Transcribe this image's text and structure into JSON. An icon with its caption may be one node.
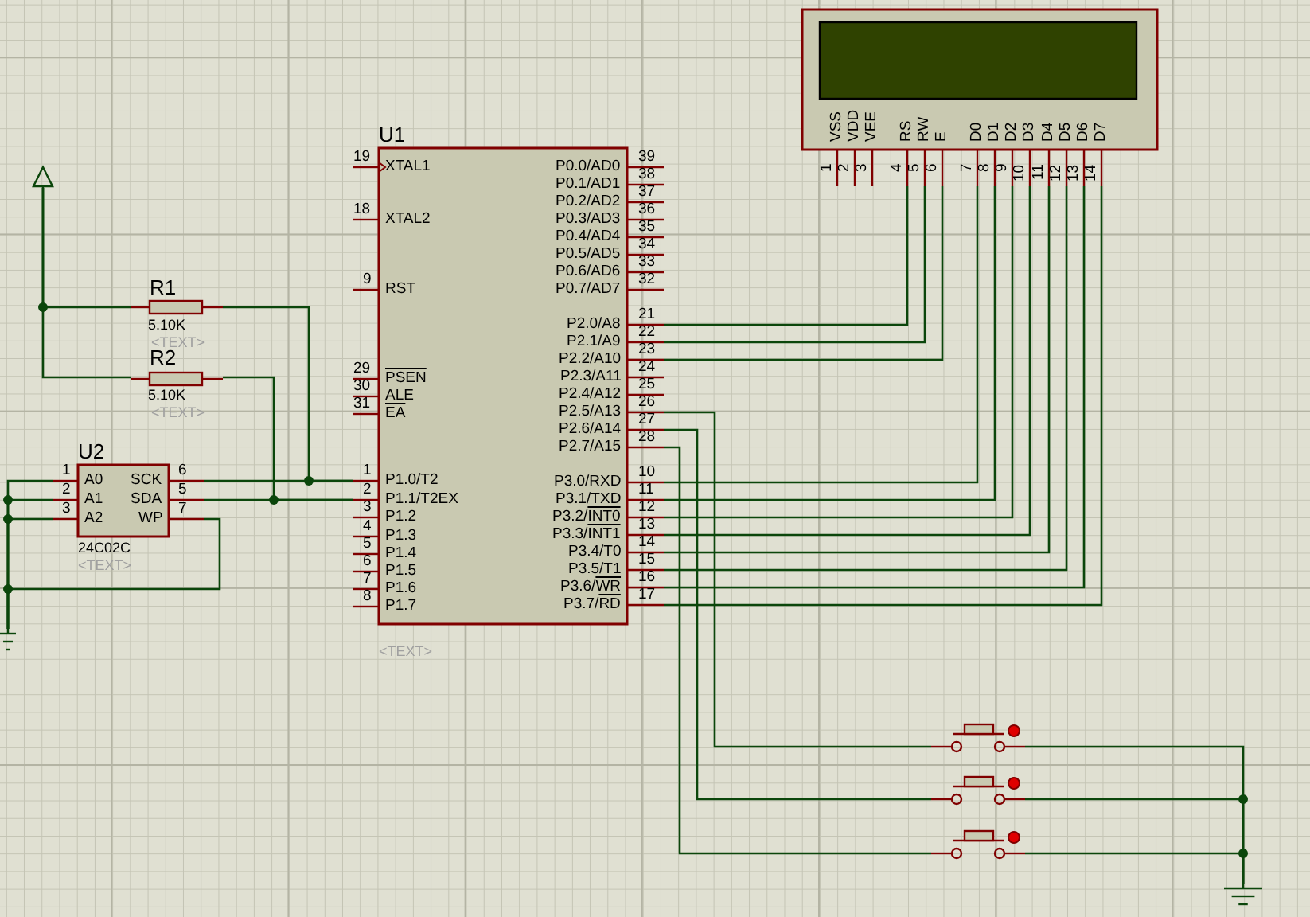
{
  "diagram": {
    "nodes": [
      {
        "text": [],
        "shape": "box"
      },
      {
        "text": [],
        "shape": "triangle"
      },
      {
        "text": [
          "R1"
        ],
        "beside": [
          "5.10K",
          "<TEXT>"
        ]
      },
      {
        "text": [
          "R2"
        ],
        "beside": [
          "5.10K",
          "<TEXT>"
        ]
      },
      {
        "text": [
          "U1"
        ],
        "beside": [
          "<TEXT>"
        ]
      },
      {
        "text": [
          "U2"
        ],
        "beside": [
          "24C02C",
          "<TEXT>"
        ]
      },
      {
        "text": [],
        "shape": "ground"
      },
      {
        "text": [],
        "shape": "switch"
      },
      {
        "text": [],
        "shape": "switch"
      },
      {
        "text": [],
        "shape": "switch"
      },
      {
        "text": [],
        "shape": "ground"
      }
    ],
    "edges": [
      {
        "from": 1,
        "to": 2,
        "arrow": "none"
      },
      {
        "from": 1,
        "to": 3,
        "arrow": "none"
      },
      {
        "from": 2,
        "to": 4,
        "arrow": "none"
      },
      {
        "from": 3,
        "to": 4,
        "arrow": "none"
      },
      {
        "from": 5,
        "to": 4,
        "arrow": "none"
      },
      {
        "from": 5,
        "to": 4,
        "arrow": "none"
      },
      {
        "from": 5,
        "to": 6,
        "arrow": "none"
      },
      {
        "from": 5,
        "to": 6,
        "arrow": "none"
      },
      {
        "from": 5,
        "to": 6,
        "arrow": "none"
      },
      {
        "from": 5,
        "to": 6,
        "arrow": "none"
      },
      {
        "from": 4,
        "to": 0,
        "arrow": "none"
      },
      {
        "from": 4,
        "to": 0,
        "arrow": "none"
      },
      {
        "from": 4,
        "to": 0,
        "arrow": "none"
      },
      {
        "from": 4,
        "to": 0,
        "arrow": "none"
      },
      {
        "from": 4,
        "to": 0,
        "arrow": "none"
      },
      {
        "from": 4,
        "to": 0,
        "arrow": "none"
      },
      {
        "from": 4,
        "to": 0,
        "arrow": "none"
      },
      {
        "from": 4,
        "to": 0,
        "arrow": "none"
      },
      {
        "from": 4,
        "to": 0,
        "arrow": "none"
      },
      {
        "from": 4,
        "to": 0,
        "arrow": "none"
      },
      {
        "from": 4,
        "to": 0,
        "arrow": "none"
      },
      {
        "from": 4,
        "to": 7,
        "arrow": "none"
      },
      {
        "from": 4,
        "to": 8,
        "arrow": "none"
      },
      {
        "from": 4,
        "to": 9,
        "arrow": "none"
      },
      {
        "from": 7,
        "to": 10,
        "arrow": "none"
      },
      {
        "from": 8,
        "to": 10,
        "arrow": "none"
      },
      {
        "from": 9,
        "to": 10,
        "arrow": "none"
      }
    ],
    "labels": [
      "VSS",
      "VDD",
      "VEE",
      "RS",
      "RW",
      "E",
      "D0",
      "D1",
      "D2",
      "D3",
      "D4",
      "D5",
      "D6",
      "D7",
      "1",
      "2",
      "3",
      "4",
      "5",
      "6",
      "7",
      "8",
      "9",
      "10",
      "11",
      "12",
      "13",
      "14",
      "XTAL1",
      "XTAL2",
      "RST",
      "PSEN",
      "ALE",
      "EA",
      "P1.0/T2",
      "P1.1/T2EX",
      "P1.2",
      "P1.3",
      "P1.4",
      "P1.5",
      "P1.6",
      "P1.7",
      "19",
      "18",
      "9",
      "29",
      "30",
      "31",
      "1",
      "2",
      "3",
      "4",
      "5",
      "6",
      "7",
      "8",
      "P0.0/AD0",
      "P0.1/AD1",
      "P0.2/AD2",
      "P0.3/AD3",
      "P0.4/AD4",
      "P0.5/AD5",
      "P0.6/AD6",
      "P0.7/AD7",
      "P2.0/A8",
      "P2.1/A9",
      "P2.2/A10",
      "P2.3/A11",
      "P2.4/A12",
      "P2.5/A13",
      "P2.6/A14",
      "P2.7/A15",
      "P3.0/RXD",
      "P3.1/TXD",
      "P3.2/INT0",
      "P3.3/INT1",
      "P3.4/T0",
      "P3.5/T1",
      "P3.6/WR",
      "P3.7/RD",
      "39",
      "38",
      "37",
      "36",
      "35",
      "34",
      "33",
      "32",
      "21",
      "22",
      "23",
      "24",
      "25",
      "26",
      "27",
      "28",
      "10",
      "11",
      "12",
      "13",
      "14",
      "15",
      "16",
      "17",
      "A0",
      "A1",
      "A2",
      "SCK",
      "SDA",
      "WP",
      "1",
      "2",
      "3",
      "6",
      "5",
      "7"
    ]
  }
}
